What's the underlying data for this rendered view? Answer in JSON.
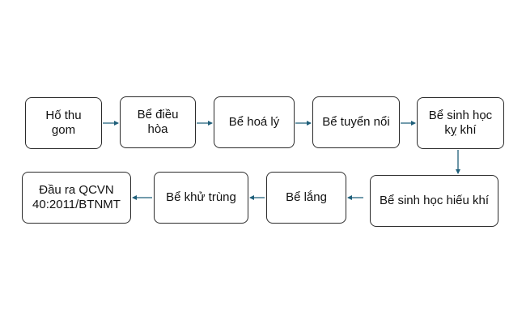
{
  "diagram": {
    "colors": {
      "box_border": "#2b2b2b",
      "arrow": "#1f5f7a",
      "text": "#111111"
    },
    "nodes": [
      {
        "id": "n1",
        "label": "Hố thu\ngom"
      },
      {
        "id": "n2",
        "label": "Bể điều\nhòa"
      },
      {
        "id": "n3",
        "label": "Bể hoá lý"
      },
      {
        "id": "n4",
        "label": "Bể tuyển nổi"
      },
      {
        "id": "n5",
        "label": "Bể sinh học\nkỵ khí"
      },
      {
        "id": "n6",
        "label": "Bể sinh học hiếu khí"
      },
      {
        "id": "n7",
        "label": "Bể lắng"
      },
      {
        "id": "n8",
        "label": "Bể khử trùng"
      },
      {
        "id": "n9",
        "label": "Đầu ra QCVN\n40:2011/BTNMT"
      }
    ],
    "edges": [
      {
        "from": "n1",
        "to": "n2"
      },
      {
        "from": "n2",
        "to": "n3"
      },
      {
        "from": "n3",
        "to": "n4"
      },
      {
        "from": "n4",
        "to": "n5"
      },
      {
        "from": "n5",
        "to": "n6"
      },
      {
        "from": "n6",
        "to": "n7"
      },
      {
        "from": "n7",
        "to": "n8"
      },
      {
        "from": "n8",
        "to": "n9"
      }
    ]
  }
}
